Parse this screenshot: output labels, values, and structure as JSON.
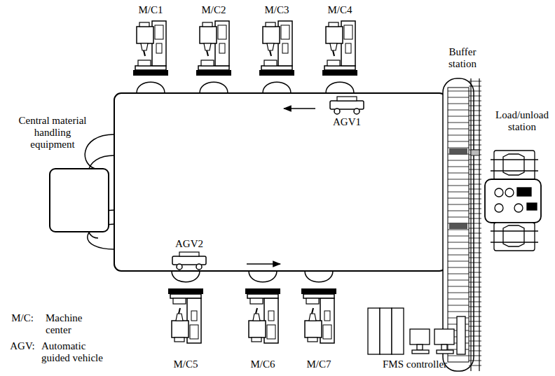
{
  "diagram": {
    "nodes": [
      {
        "text": [
          "Central material handling equipment"
        ]
      }
    ],
    "labels": [
      "M/C1",
      "M/C2",
      "M/C3",
      "M/C4",
      "Buffer station",
      "Load/unload station",
      "AGV1",
      "AGV2",
      "M/C:",
      "Machine center",
      "AGV:",
      "Automatic guided vehicle",
      "M/C5",
      "M/C6",
      "M/C7",
      "FMS controller"
    ]
  }
}
